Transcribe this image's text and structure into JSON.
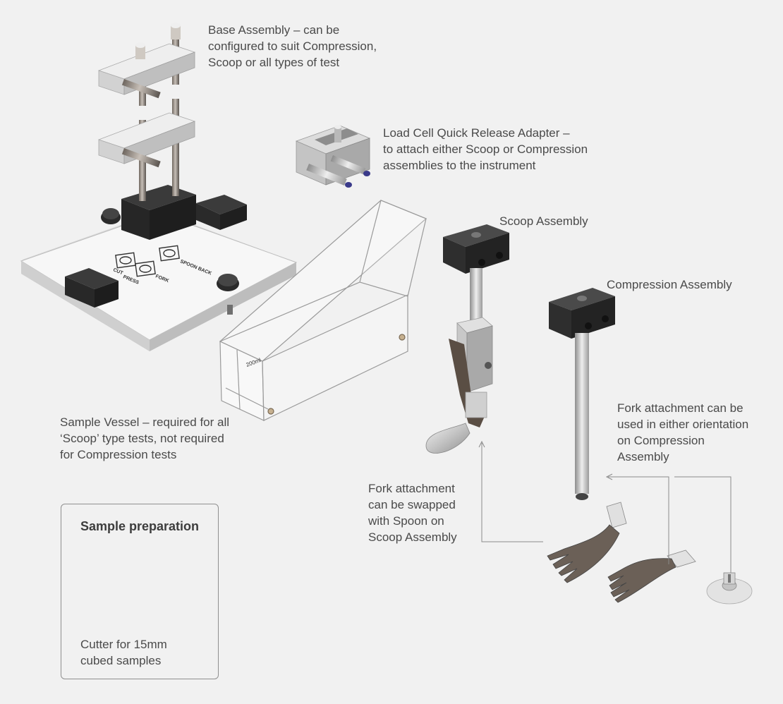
{
  "labels": {
    "base": [
      "Base Assembly – can be",
      "configured to suit Compression,",
      "Scoop or all types of test"
    ],
    "adapter": [
      "Load Cell Quick Release Adapter –",
      "to attach either Scoop or Compression",
      "assemblies to the instrument"
    ],
    "scoop": [
      "Scoop Assembly"
    ],
    "compression": [
      "Compression Assembly"
    ],
    "vessel": [
      "Sample Vessel – required for all",
      "‘Scoop’ type tests, not required",
      "for Compression tests"
    ],
    "fork_compression": [
      "Fork attachment can be",
      "used in either orientation",
      "on Compression",
      "Assembly"
    ],
    "fork_scoop": [
      "Fork attachment",
      "can be swapped",
      "with Spoon on",
      "Scoop Assembly"
    ],
    "cutter": [
      "Cutter for 15mm",
      "cubed samples"
    ]
  },
  "prep": {
    "title": "Sample preparation"
  },
  "plate_markings": {
    "spoon_back": "SPOON BACK",
    "cut": "CUT",
    "press": "PRESS",
    "fork": "FORK"
  },
  "vessel_marking": "200ml",
  "colors": {
    "background": "#f1f1f1",
    "dark_block": "#2c2c2c",
    "metal": "#c9c9c9",
    "plate": "#f5f5f5",
    "line": "#8a8a8a"
  }
}
